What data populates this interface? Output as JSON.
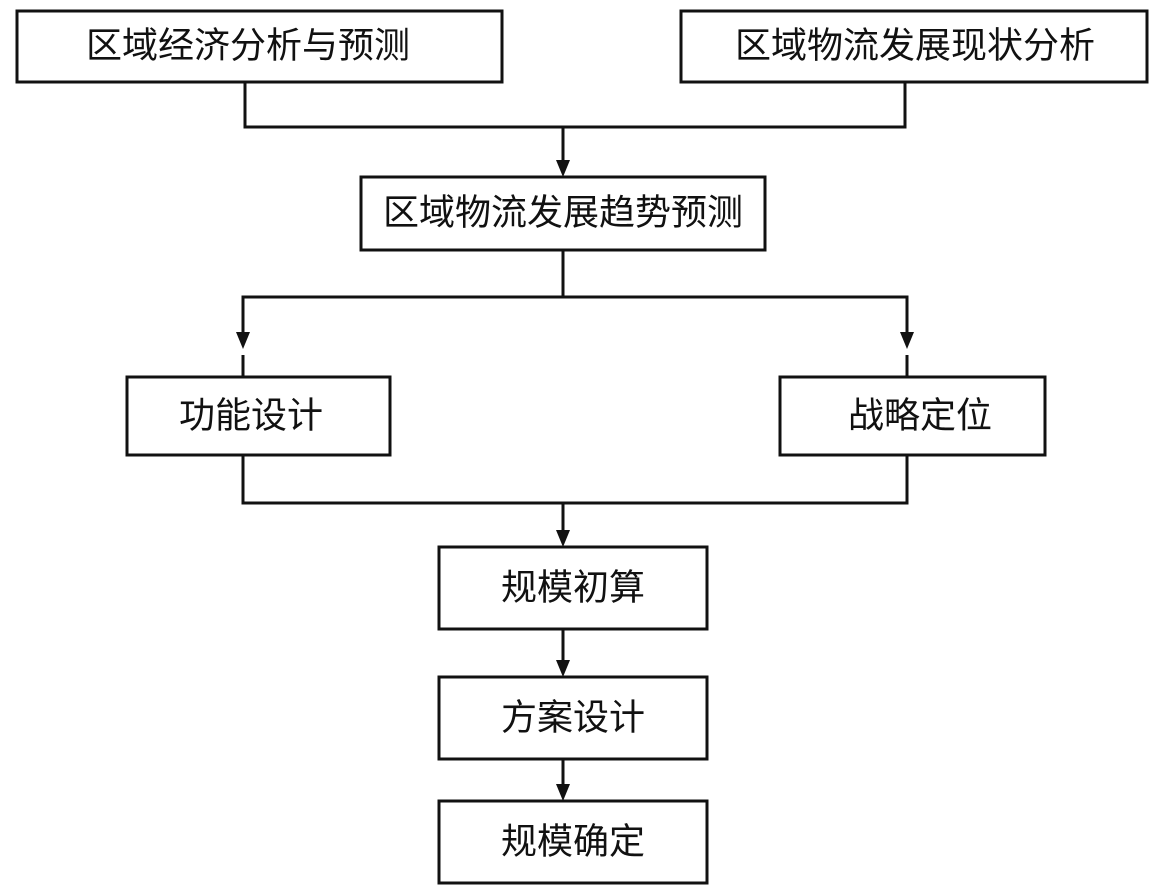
{
  "nodes": {
    "regional_economy": "区域经济分析与预测",
    "logistics_status": "区域物流发展现状分析",
    "logistics_trend": "区域物流发展趋势预测",
    "function_design": "功能设计",
    "strategic_positioning": "战略定位",
    "scale_estimate": "规模初算",
    "plan_design": "方案设计",
    "scale_confirm": "规模确定"
  },
  "colors": {
    "stroke": "#111111",
    "box_fill": "#ffffff",
    "text": "#111111",
    "background": "#ffffff"
  }
}
